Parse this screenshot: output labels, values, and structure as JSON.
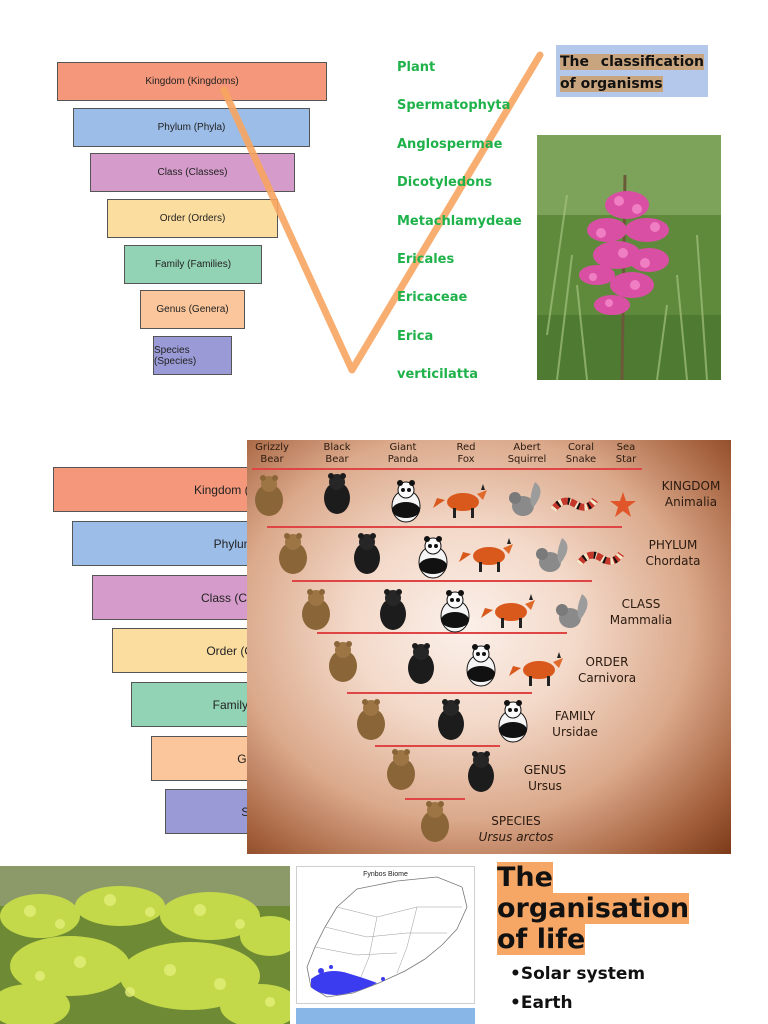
{
  "top_pyramid": {
    "levels": [
      "Kingdom (Kingdoms)",
      "Phylum (Phyla)",
      "Class (Classes)",
      "Order (Orders)",
      "Family (Families)",
      "Genus (Genera)",
      "Species (Species)"
    ],
    "colors": [
      "#f4977a",
      "#9bbde8",
      "#d59ccb",
      "#fcdda0",
      "#93d3b5",
      "#fbc69b",
      "#9a9bd6"
    ]
  },
  "taxonomy": [
    "Plant",
    "Spermatophyta",
    "Anglospermae",
    "Dicotyledons",
    "Metachlamydeae",
    "Ericales",
    "Ericaceae",
    "Erica",
    "verticilatta"
  ],
  "classification_title": "The classification of organisms",
  "mid_pyramid": {
    "levels": [
      "Kingdom (Kingdoms)",
      "Phylum (Phyla)",
      "Class (Classes)",
      "Order (Orders)",
      "Family (Families)",
      "Genus (Genera)",
      "Species (Species)"
    ]
  },
  "animal_chart": {
    "headers": [
      {
        "line1": "Grizzly",
        "line2": "Bear"
      },
      {
        "line1": "Black",
        "line2": "Bear"
      },
      {
        "line1": "Giant",
        "line2": "Panda"
      },
      {
        "line1": "Red",
        "line2": "Fox"
      },
      {
        "line1": "Abert",
        "line2": "Squirrel"
      },
      {
        "line1": "Coral",
        "line2": "Snake"
      },
      {
        "line1": "Sea",
        "line2": "Star"
      }
    ],
    "ranks": [
      {
        "rank": "KINGDOM",
        "name": "Animalia"
      },
      {
        "rank": "PHYLUM",
        "name": "Chordata"
      },
      {
        "rank": "CLASS",
        "name": "Mammalia"
      },
      {
        "rank": "ORDER",
        "name": "Carnivora"
      },
      {
        "rank": "FAMILY",
        "name": "Ursidae"
      },
      {
        "rank": "GENUS",
        "name": "Ursus"
      },
      {
        "rank": "SPECIES",
        "name": "Ursus arctos"
      }
    ]
  },
  "map_title": "Fynbos Biome",
  "organisation_title": [
    "The",
    "organisation",
    "of life"
  ],
  "bullets": [
    "•Solar system",
    "•Earth"
  ]
}
